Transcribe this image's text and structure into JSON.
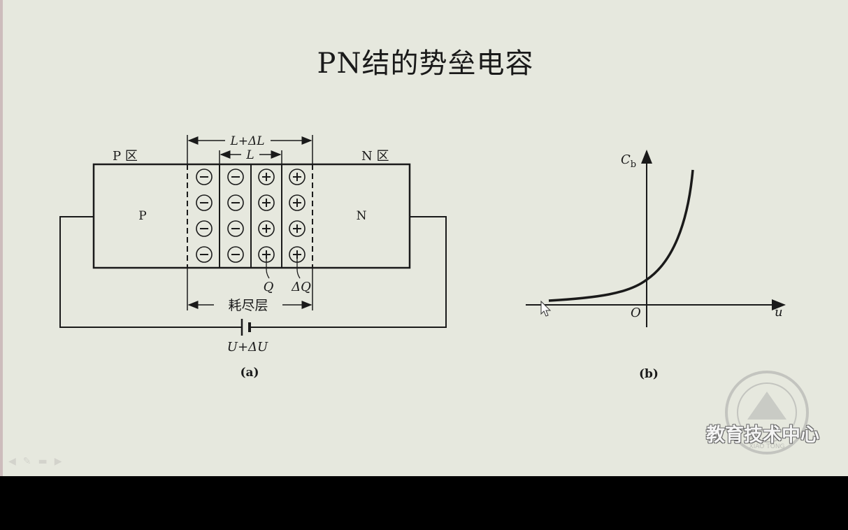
{
  "slide": {
    "title": "PN结的势垒电容"
  },
  "figure_a": {
    "label_p_region": "P 区",
    "label_n_region": "N 区",
    "label_p": "P",
    "label_n": "N",
    "label_width_total": "L+ΔL",
    "label_width_inner": "L",
    "label_q": "Q",
    "label_delta_q": "ΔQ",
    "label_depletion": "耗尽层",
    "label_voltage": "U+ΔU",
    "caption": "(a)",
    "negative_ion_symbol": "⊖",
    "positive_ion_symbol": "⊕"
  },
  "figure_b": {
    "ylabel": "C",
    "ylabel_subscript": "b",
    "xlabel": "u",
    "origin": "O",
    "caption": "(b)"
  },
  "watermark": {
    "text": "教育技术中心",
    "seal_text": "XIAO TONG"
  },
  "nav_icons": [
    "arrow-left-icon",
    "pen-icon",
    "menu-icon",
    "arrow-right-icon"
  ]
}
